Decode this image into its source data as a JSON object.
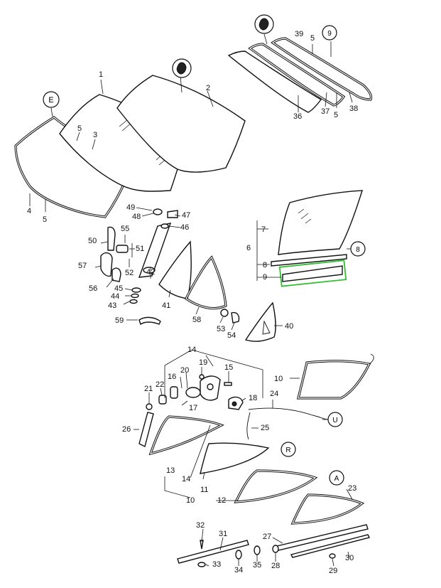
{
  "diagram": {
    "labels": [
      {
        "id": "l1",
        "text": "1"
      },
      {
        "id": "l2",
        "text": "2"
      },
      {
        "id": "l3",
        "text": "3"
      },
      {
        "id": "l4",
        "text": "4"
      },
      {
        "id": "l5a",
        "text": "5"
      },
      {
        "id": "l5b",
        "text": "5"
      },
      {
        "id": "l5c",
        "text": "5"
      },
      {
        "id": "l5d",
        "text": "5"
      },
      {
        "id": "l6",
        "text": "6"
      },
      {
        "id": "l7",
        "text": "7"
      },
      {
        "id": "l8",
        "text": "8"
      },
      {
        "id": "l9",
        "text": "9"
      },
      {
        "id": "l10a",
        "text": "10"
      },
      {
        "id": "l10b",
        "text": "10"
      },
      {
        "id": "l11",
        "text": "11"
      },
      {
        "id": "l12",
        "text": "12"
      },
      {
        "id": "l13",
        "text": "13"
      },
      {
        "id": "l14a",
        "text": "14"
      },
      {
        "id": "l14b",
        "text": "14"
      },
      {
        "id": "l15",
        "text": "15"
      },
      {
        "id": "l16",
        "text": "16"
      },
      {
        "id": "l17",
        "text": "17"
      },
      {
        "id": "l18",
        "text": "18"
      },
      {
        "id": "l19",
        "text": "19"
      },
      {
        "id": "l20",
        "text": "20"
      },
      {
        "id": "l21",
        "text": "21"
      },
      {
        "id": "l22",
        "text": "22"
      },
      {
        "id": "l23",
        "text": "23"
      },
      {
        "id": "l24",
        "text": "24"
      },
      {
        "id": "l25",
        "text": "25"
      },
      {
        "id": "l26",
        "text": "26"
      },
      {
        "id": "l27",
        "text": "27"
      },
      {
        "id": "l28",
        "text": "28"
      },
      {
        "id": "l29",
        "text": "29"
      },
      {
        "id": "l30",
        "text": "30"
      },
      {
        "id": "l31",
        "text": "31"
      },
      {
        "id": "l32",
        "text": "32"
      },
      {
        "id": "l33",
        "text": "33"
      },
      {
        "id": "l34",
        "text": "34"
      },
      {
        "id": "l35",
        "text": "35"
      },
      {
        "id": "l36",
        "text": "36"
      },
      {
        "id": "l37",
        "text": "37"
      },
      {
        "id": "l38",
        "text": "38"
      },
      {
        "id": "l39",
        "text": "39"
      },
      {
        "id": "l40",
        "text": "40"
      },
      {
        "id": "l41",
        "text": "41"
      },
      {
        "id": "l42",
        "text": "42"
      },
      {
        "id": "l43",
        "text": "43"
      },
      {
        "id": "l44",
        "text": "44"
      },
      {
        "id": "l45",
        "text": "45"
      },
      {
        "id": "l46",
        "text": "46"
      },
      {
        "id": "l47",
        "text": "47"
      },
      {
        "id": "l48",
        "text": "48"
      },
      {
        "id": "l49",
        "text": "49"
      },
      {
        "id": "l50",
        "text": "50"
      },
      {
        "id": "l51",
        "text": "51"
      },
      {
        "id": "l52",
        "text": "52"
      },
      {
        "id": "l53",
        "text": "53"
      },
      {
        "id": "l54",
        "text": "54"
      },
      {
        "id": "l55",
        "text": "55"
      },
      {
        "id": "l56",
        "text": "56"
      },
      {
        "id": "l57",
        "text": "57"
      },
      {
        "id": "l58",
        "text": "58"
      },
      {
        "id": "l59",
        "text": "59"
      }
    ],
    "code_marks": [
      {
        "id": "c1",
        "text": "E"
      },
      {
        "id": "c2",
        "text": "9"
      },
      {
        "id": "c3",
        "text": "8"
      },
      {
        "id": "c4",
        "text": "U"
      },
      {
        "id": "c5",
        "text": "R"
      },
      {
        "id": "c6",
        "text": "A"
      }
    ],
    "highlight_color": "#2fbf2f"
  }
}
